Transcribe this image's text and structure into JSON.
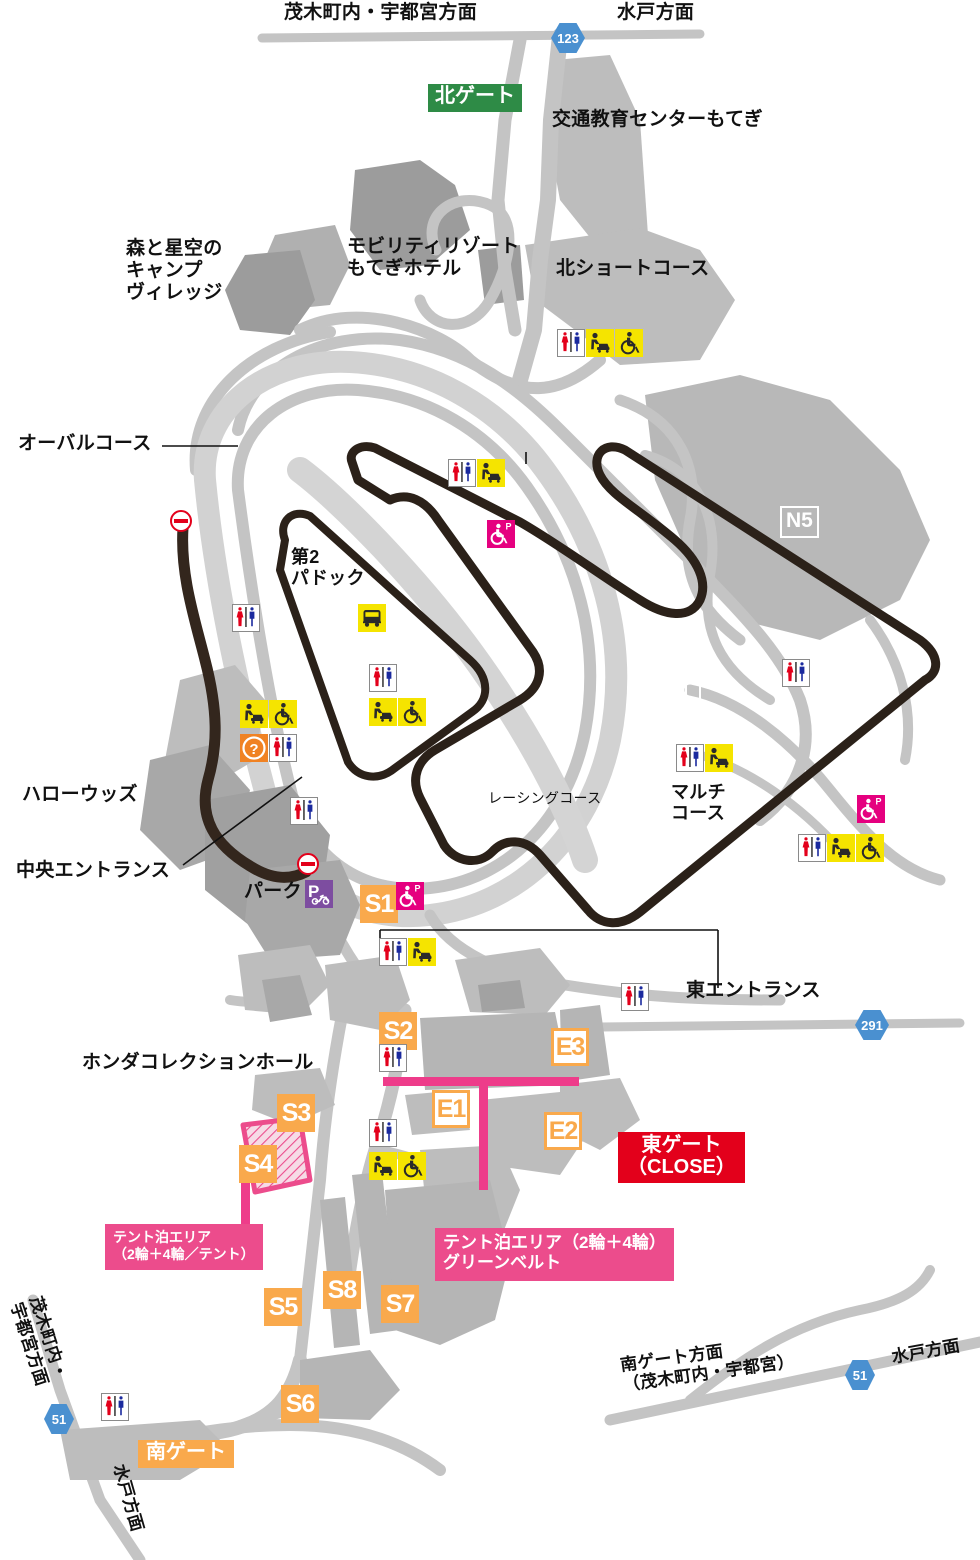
{
  "map": {
    "title": "Mobility Resort Motegi circuit access map",
    "colors": {
      "land_light": "#c9c9c9",
      "land_mid": "#b4b4b4",
      "land_dark": "#9b9b9b",
      "road": "#c4c4c4",
      "track_dark": "#2b2119",
      "track_light": "#cfcfcf",
      "lot_orange": "#f9a94c",
      "gate_green": "#2e8b46",
      "gate_red": "#e3001b",
      "tent_pink": "#ec4c8c",
      "shield_blue": "#4a90d0",
      "icon_yellow": "#f5e400",
      "icon_magenta": "#e5007f",
      "icon_orange": "#f08223",
      "icon_purple": "#7d4da0"
    },
    "direction_labels": [
      {
        "id": "north-west",
        "text": "茂木町内・宇都宮方面"
      },
      {
        "id": "north-east",
        "text": "水戸方面"
      },
      {
        "id": "south-west-upper",
        "text": "茂木町内・\n宇都宮方面"
      },
      {
        "id": "south-west-lower",
        "text": "水戸方面"
      },
      {
        "id": "south-gate-dir",
        "text": "南ゲート方面\n（茂木町内・宇都宮）"
      },
      {
        "id": "south-east",
        "text": "水戸方面"
      }
    ],
    "place_labels": [
      {
        "id": "traffic-education-center",
        "text": "交通教育センターもてぎ"
      },
      {
        "id": "camp-village",
        "text": "森と星空の\nキャンプ\nヴィレッジ"
      },
      {
        "id": "motegi-hotel",
        "text": "モビリティリゾート\nもてぎホテル"
      },
      {
        "id": "north-short-course",
        "text": "北ショートコース"
      },
      {
        "id": "oval-course",
        "text": "オーバルコース"
      },
      {
        "id": "paddock-2",
        "text": "第2\nパドック"
      },
      {
        "id": "hello-woods",
        "text": "ハローウッズ"
      },
      {
        "id": "central-entrance",
        "text": "中央エントランス"
      },
      {
        "id": "park",
        "text": "パーク"
      },
      {
        "id": "racing-course",
        "text": "レーシングコース"
      },
      {
        "id": "multi-course",
        "text": "マルチ\nコース"
      },
      {
        "id": "east-entrance",
        "text": "東エントランス"
      },
      {
        "id": "honda-collection-hall",
        "text": "ホンダコレクションホール"
      }
    ],
    "gates": [
      {
        "id": "north-gate",
        "text": "北ゲート",
        "style": "green"
      },
      {
        "id": "east-gate",
        "text": "東ゲート\n（CLOSE）",
        "style": "red"
      },
      {
        "id": "south-gate",
        "text": "南ゲート",
        "style": "orange"
      }
    ],
    "parking_lots": [
      {
        "id": "S1",
        "label": "S1"
      },
      {
        "id": "S2",
        "label": "S2"
      },
      {
        "id": "S3",
        "label": "S3"
      },
      {
        "id": "S4",
        "label": "S4"
      },
      {
        "id": "S5",
        "label": "S5"
      },
      {
        "id": "S6",
        "label": "S6"
      },
      {
        "id": "S7",
        "label": "S7"
      },
      {
        "id": "S8",
        "label": "S8"
      },
      {
        "id": "E1",
        "label": "E1"
      },
      {
        "id": "E2",
        "label": "E2"
      },
      {
        "id": "E3",
        "label": "E3"
      }
    ],
    "area_chips": [
      {
        "id": "N5",
        "label": "N5"
      }
    ],
    "route_shields": [
      {
        "id": "route-123",
        "label": "123"
      },
      {
        "id": "route-291",
        "label": "291"
      },
      {
        "id": "route-51-west",
        "label": "51"
      },
      {
        "id": "route-51-east",
        "label": "51"
      }
    ],
    "tent_callouts": [
      {
        "id": "tent-area-s4",
        "text": "テント泊エリア\n（2輪＋4輪／テント）"
      },
      {
        "id": "tent-area-greenbelt",
        "text": "テント泊エリア（2輪＋4輪）\nグリーンベルト"
      }
    ],
    "facility_icons": [
      {
        "id": "toilet-north-short",
        "type": "toilet"
      },
      {
        "id": "babycare-north-short",
        "type": "baby-care"
      },
      {
        "id": "wheelchair-north-short",
        "type": "wheelchair"
      },
      {
        "id": "toilet-oval-west",
        "type": "toilet"
      },
      {
        "id": "toilet-racing-north",
        "type": "toilet"
      },
      {
        "id": "babycare-racing-north",
        "type": "baby-care"
      },
      {
        "id": "wheelchair-parking-racing-north",
        "type": "wheelchair-parking"
      },
      {
        "id": "bus-paddock2",
        "type": "bus"
      },
      {
        "id": "toilet-paddock2",
        "type": "toilet"
      },
      {
        "id": "babycare-paddock2",
        "type": "baby-care"
      },
      {
        "id": "wheelchair-paddock2",
        "type": "wheelchair"
      },
      {
        "id": "babycare-central",
        "type": "baby-care"
      },
      {
        "id": "wheelchair-central",
        "type": "wheelchair"
      },
      {
        "id": "info-central",
        "type": "information"
      },
      {
        "id": "toilet-central",
        "type": "toilet"
      },
      {
        "id": "toilet-hello-woods",
        "type": "toilet"
      },
      {
        "id": "noentry-north",
        "type": "no-entry"
      },
      {
        "id": "noentry-south",
        "type": "no-entry"
      },
      {
        "id": "motorcycle-parking-park",
        "type": "motorcycle-parking"
      },
      {
        "id": "wheelchair-parking-s1",
        "type": "wheelchair-parking"
      },
      {
        "id": "toilet-multi-north",
        "type": "toilet"
      },
      {
        "id": "toilet-multi",
        "type": "toilet"
      },
      {
        "id": "babycare-multi",
        "type": "baby-care"
      },
      {
        "id": "wheelchair-parking-multi-east",
        "type": "wheelchair-parking"
      },
      {
        "id": "toilet-multi-east",
        "type": "toilet"
      },
      {
        "id": "babycare-multi-east",
        "type": "baby-care"
      },
      {
        "id": "wheelchair-multi-east",
        "type": "wheelchair"
      },
      {
        "id": "toilet-south-pit",
        "type": "toilet"
      },
      {
        "id": "babycare-south-pit",
        "type": "baby-care"
      },
      {
        "id": "toilet-east-entrance",
        "type": "toilet"
      },
      {
        "id": "toilet-s2",
        "type": "toilet"
      },
      {
        "id": "toilet-e1",
        "type": "toilet"
      },
      {
        "id": "babycare-e1",
        "type": "baby-care"
      },
      {
        "id": "wheelchair-e1",
        "type": "wheelchair"
      },
      {
        "id": "toilet-south-gate",
        "type": "toilet"
      }
    ]
  }
}
